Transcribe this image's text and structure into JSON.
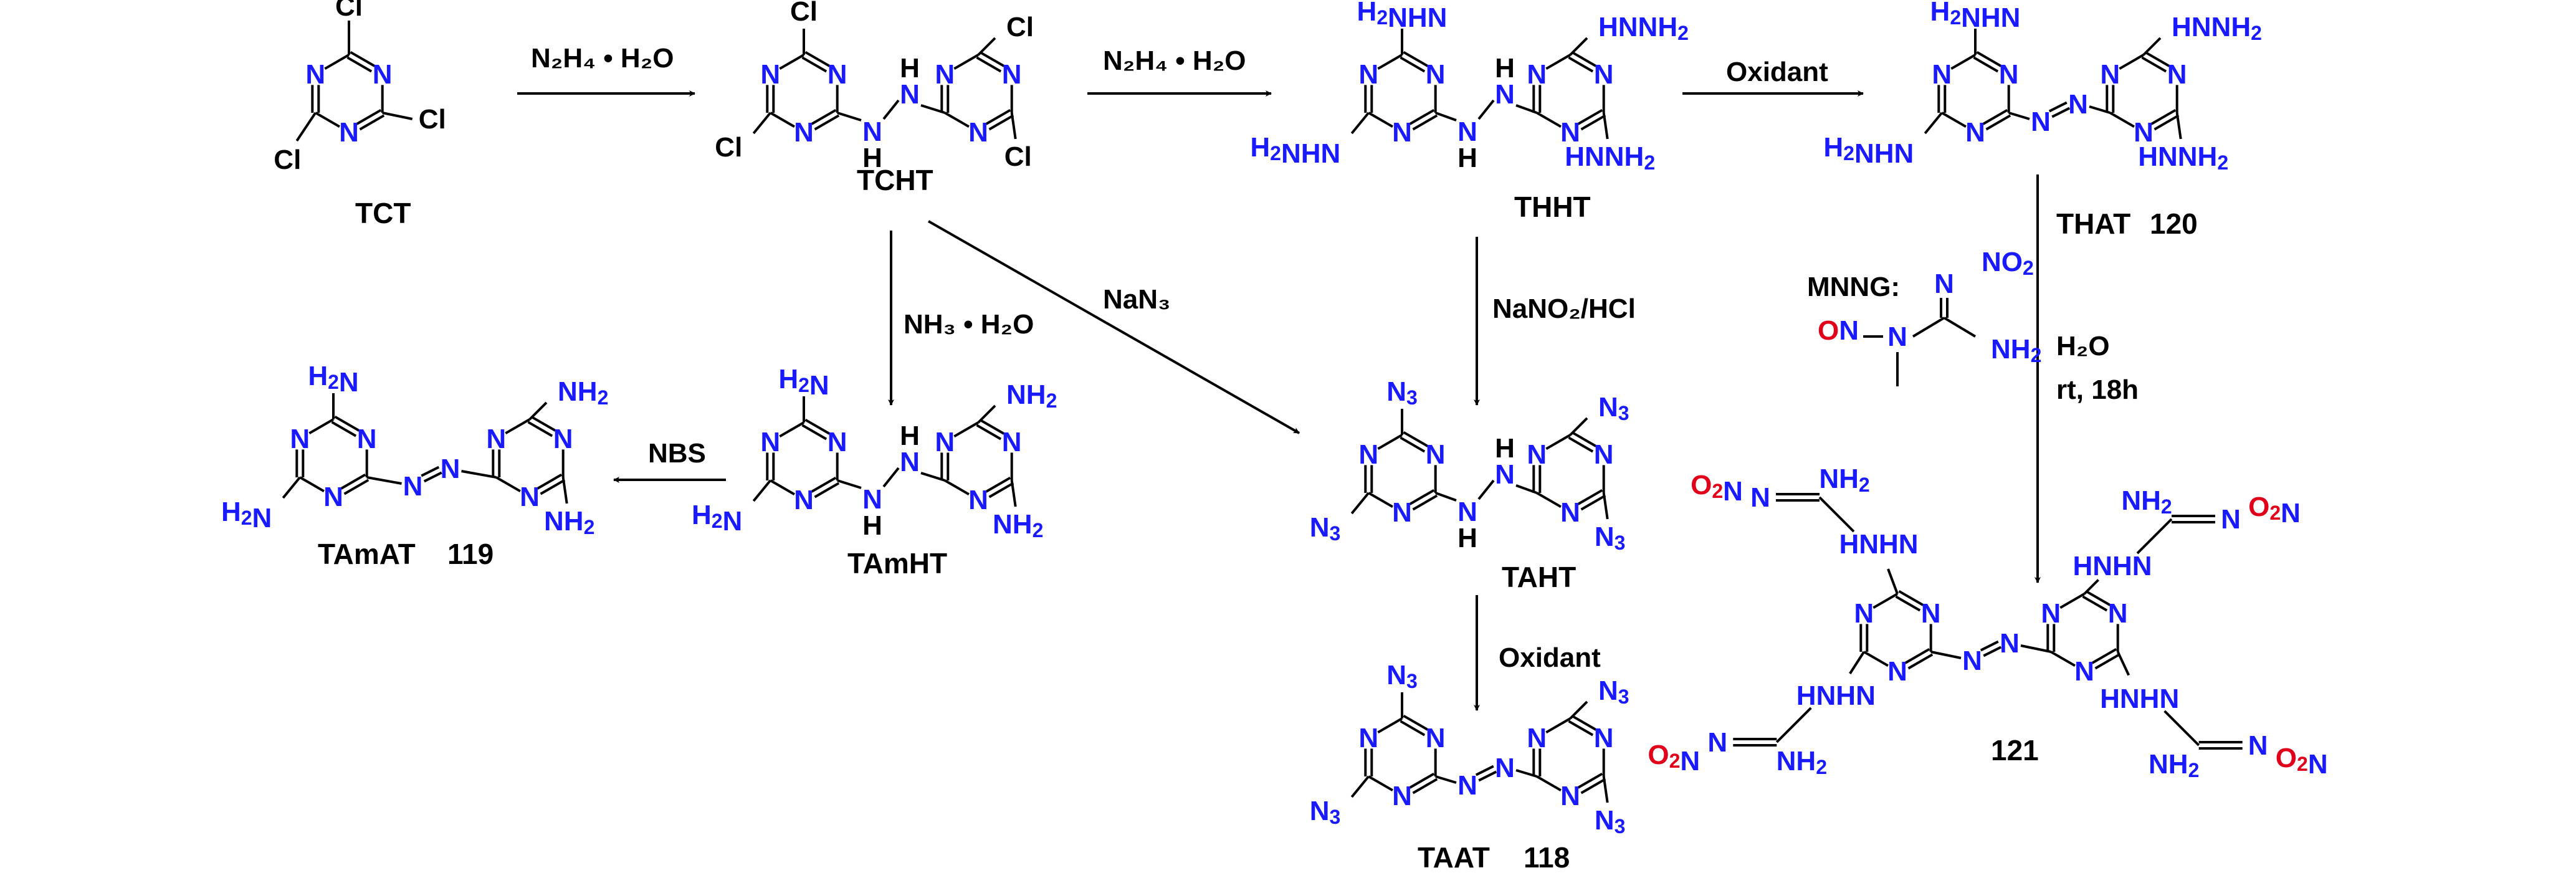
{
  "colors": {
    "nitrogen": "#1a1aff",
    "oxygen": "#e0001a",
    "carbon_label": "#000000",
    "bond": "#000000"
  },
  "molecules": {
    "tct": "TCT",
    "tcht": "TCHT",
    "thht": "THHT",
    "that": "THAT",
    "that_num": "120",
    "tamht": "TAmHT",
    "tamat": "TAmAT",
    "tamat_num": "119",
    "taht": "TAHT",
    "taat": "TAAT",
    "taat_num": "118",
    "c121": "121"
  },
  "reagents": {
    "r1": "N₂H₄ • H₂O",
    "r2": "N₂H₄ • H₂O",
    "r3": "Oxidant",
    "r4": "NH₃ • H₂O",
    "r5": "NaN₃",
    "r6": "NaNO₂/HCl",
    "r7": "NBS",
    "r8": "Oxidant",
    "r9_line1": "H₂O",
    "r9_line2": "rt, 18h",
    "mnng": "MNNG:"
  }
}
